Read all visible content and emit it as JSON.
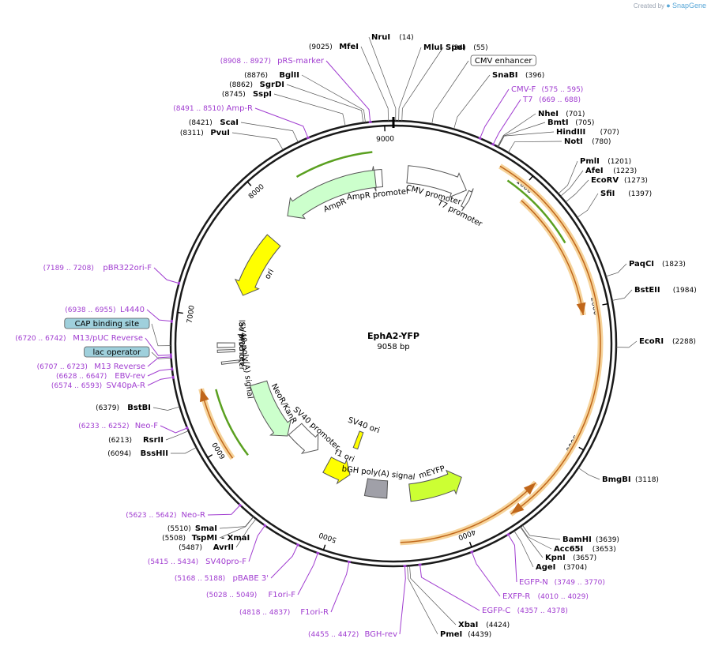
{
  "header": {
    "credit_text": "Created by",
    "brand": "SnapGene"
  },
  "plasmid": {
    "name": "EphA2-YFP",
    "size_text": "9058 bp",
    "length": 9058
  },
  "ticks": [
    "1000",
    "2000",
    "3000",
    "4000",
    "5000",
    "6000",
    "7000",
    "8000",
    "9000"
  ],
  "right_labels": [
    {
      "type": "enzyme",
      "name": "NruI",
      "pos": "(14)"
    },
    {
      "type": "enzyme",
      "name": "MluI",
      "pos": "(34)"
    },
    {
      "type": "enzyme",
      "name": "SpeI",
      "pos": "(55)"
    },
    {
      "type": "box",
      "name": "CMV enhancer",
      "pos": ""
    },
    {
      "type": "enzyme",
      "name": "SnaBI",
      "pos": "(396)"
    },
    {
      "type": "primer",
      "name": "CMV-F",
      "pos": "(575 .. 595)"
    },
    {
      "type": "primer",
      "name": "T7",
      "pos": "(669 .. 688)"
    },
    {
      "type": "enzyme",
      "name": "NheI",
      "pos": "(701)"
    },
    {
      "type": "enzyme",
      "name": "BmtI",
      "pos": "(705)"
    },
    {
      "type": "enzyme",
      "name": "HindIII",
      "pos": "(707)"
    },
    {
      "type": "enzyme",
      "name": "NotI",
      "pos": "(780)"
    },
    {
      "type": "enzyme",
      "name": "PmlI",
      "pos": "(1201)"
    },
    {
      "type": "enzyme",
      "name": "AfeI",
      "pos": "(1223)"
    },
    {
      "type": "enzyme",
      "name": "EcoRV",
      "pos": "(1273)"
    },
    {
      "type": "enzyme",
      "name": "SfiI",
      "pos": "(1397)"
    },
    {
      "type": "enzyme",
      "name": "PaqCI",
      "pos": "(1823)"
    },
    {
      "type": "enzyme",
      "name": "BstEII",
      "pos": "(1984)"
    },
    {
      "type": "enzyme",
      "name": "EcoRI",
      "pos": "(2288)"
    },
    {
      "type": "enzyme",
      "name": "BmgBI",
      "pos": "(3118)"
    },
    {
      "type": "enzyme",
      "name": "BamHI",
      "pos": "(3639)"
    },
    {
      "type": "enzyme",
      "name": "Acc65I",
      "pos": "(3653)"
    },
    {
      "type": "enzyme",
      "name": "KpnI",
      "pos": "(3657)"
    },
    {
      "type": "enzyme",
      "name": "AgeI",
      "pos": "(3704)"
    },
    {
      "type": "primer",
      "name": "EGFP-N",
      "pos": "(3749 .. 3770)"
    },
    {
      "type": "primer",
      "name": "EXFP-R",
      "pos": "(4010 .. 4029)"
    },
    {
      "type": "primer",
      "name": "EGFP-C",
      "pos": "(4357 .. 4378)"
    },
    {
      "type": "enzyme",
      "name": "XbaI",
      "pos": "(4424)"
    },
    {
      "type": "enzyme",
      "name": "PmeI",
      "pos": "(4439)"
    }
  ],
  "left_labels": [
    {
      "type": "enzyme",
      "name": "MfeI",
      "pos": "(9025)"
    },
    {
      "type": "primer",
      "name": "pRS-marker",
      "pos": "(8908 .. 8927)"
    },
    {
      "type": "enzyme",
      "name": "BglII",
      "pos": "(8876)"
    },
    {
      "type": "enzyme",
      "name": "SgrDI",
      "pos": "(8862)"
    },
    {
      "type": "enzyme",
      "name": "SspI",
      "pos": "(8745)"
    },
    {
      "type": "primer",
      "name": "Amp-R",
      "pos": "(8491 .. 8510)"
    },
    {
      "type": "enzyme",
      "name": "ScaI",
      "pos": "(8421)"
    },
    {
      "type": "enzyme",
      "name": "PvuI",
      "pos": "(8311)"
    },
    {
      "type": "primer",
      "name": "pBR322ori-F",
      "pos": "(7189 .. 7208)"
    },
    {
      "type": "primer",
      "name": "L4440",
      "pos": "(6938 .. 6955)"
    },
    {
      "type": "box",
      "name": "CAP binding site",
      "pos": ""
    },
    {
      "type": "primer",
      "name": "M13/pUC Reverse",
      "pos": "(6720 .. 6742)"
    },
    {
      "type": "box",
      "name": "lac operator",
      "pos": ""
    },
    {
      "type": "primer",
      "name": "M13 Reverse",
      "pos": "(6707 .. 6723)"
    },
    {
      "type": "primer",
      "name": "EBV-rev",
      "pos": "(6628 .. 6647)"
    },
    {
      "type": "primer",
      "name": "SV40pA-R",
      "pos": "(6574 .. 6593)"
    },
    {
      "type": "enzyme",
      "name": "BstBI",
      "pos": "(6379)"
    },
    {
      "type": "primer",
      "name": "Neo-F",
      "pos": "(6233 .. 6252)"
    },
    {
      "type": "enzyme",
      "name": "RsrII",
      "pos": "(6213)"
    },
    {
      "type": "enzyme",
      "name": "BssHII",
      "pos": "(6094)"
    },
    {
      "type": "primer",
      "name": "Neo-R",
      "pos": "(5623 .. 5642)"
    },
    {
      "type": "enzyme",
      "name": "SmaI",
      "pos": "(5510)"
    },
    {
      "type": "enzyme",
      "name": "TspMI",
      "pos": "(5508)",
      "extra": "- XmaI"
    },
    {
      "type": "enzyme",
      "name": "AvrII",
      "pos": "(5487)"
    },
    {
      "type": "primer",
      "name": "SV40pro-F",
      "pos": "(5415 .. 5434)"
    },
    {
      "type": "primer",
      "name": "pBABE 3'",
      "pos": "(5168 .. 5188)"
    },
    {
      "type": "primer",
      "name": "F1ori-F",
      "pos": "(5028 .. 5049)"
    },
    {
      "type": "primer",
      "name": "F1ori-R",
      "pos": "(4818 .. 4837)"
    },
    {
      "type": "primer",
      "name": "BGH-rev",
      "pos": "(4455 .. 4472)"
    }
  ],
  "features": [
    {
      "name": "CMV promoter",
      "color": "#ffffff"
    },
    {
      "name": "T7 promoter",
      "color": "#ffffff"
    },
    {
      "name": "AmpR promoter",
      "color": "#ffffff"
    },
    {
      "name": "AmpR",
      "color": "#ccffcc"
    },
    {
      "name": "ori",
      "color": "#ffff00"
    },
    {
      "name": "lac promoter",
      "color": "#ffffff"
    },
    {
      "name": "M13 rev",
      "color": "#ffffff"
    },
    {
      "name": "SV40 poly(A) signal",
      "color": "#ffffff"
    },
    {
      "name": "NeoR/KanR",
      "color": "#ccffcc"
    },
    {
      "name": "SV40 ori",
      "color": "#ffff00"
    },
    {
      "name": "SV40 promoter",
      "color": "#ffffff"
    },
    {
      "name": "f1 ori",
      "color": "#ffff00"
    },
    {
      "name": "bGH poly(A) signal",
      "color": "#a0a0a8"
    },
    {
      "name": "mEYFP",
      "color": "#ccff33"
    }
  ],
  "colors": {
    "enzyme": "#000000",
    "primer": "#a03cd0",
    "orf": "#f0c890",
    "box_fill": "#9fd0dc"
  }
}
